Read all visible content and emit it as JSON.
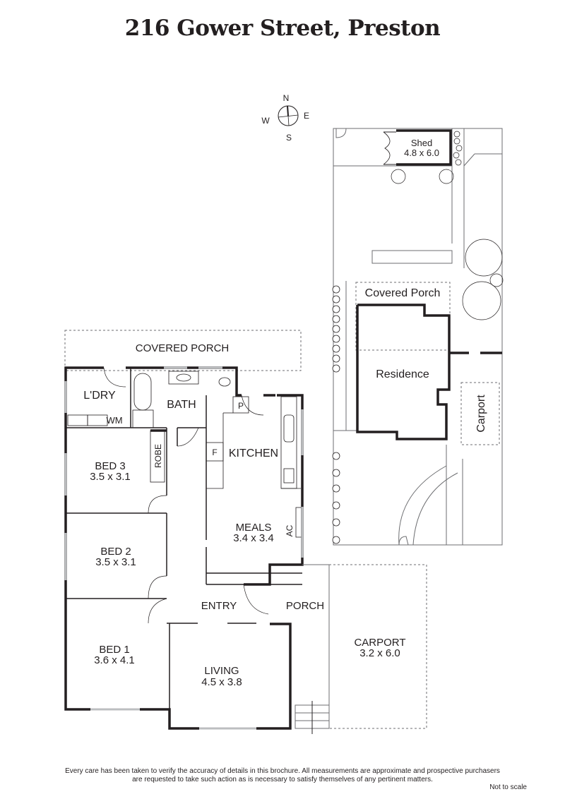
{
  "title": "216 Gower Street, Preston",
  "compass": {
    "n": "N",
    "e": "E",
    "s": "S",
    "w": "W"
  },
  "site_plan": {
    "shed": {
      "name": "Shed",
      "dims": "4.8 x 6.0"
    },
    "covered_porch": "Covered Porch",
    "residence": "Residence",
    "carport": "Carport"
  },
  "floor_plan": {
    "rooms": {
      "covered_porch": {
        "name": "COVERED PORCH"
      },
      "laundry": {
        "name": "L'DRY",
        "fixture": "WM"
      },
      "bath": {
        "name": "BATH"
      },
      "kitchen": {
        "name": "KITCHEN",
        "pantry": "P",
        "fridge": "F"
      },
      "bed3": {
        "name": "BED 3",
        "dims": "3.5 x 3.1",
        "robe": "ROBE"
      },
      "bed2": {
        "name": "BED 2",
        "dims": "3.5 x 3.1"
      },
      "bed1": {
        "name": "BED 1",
        "dims": "3.6 x 4.1"
      },
      "meals": {
        "name": "MEALS",
        "dims": "3.4 x 3.4",
        "ac": "AC"
      },
      "entry": {
        "name": "ENTRY"
      },
      "porch": {
        "name": "PORCH"
      },
      "living": {
        "name": "LIVING",
        "dims": "4.5 x 3.8"
      },
      "carport": {
        "name": "CARPORT",
        "dims": "3.2 x 6.0"
      }
    }
  },
  "footer": {
    "disclaimer_line1": "Every care has been taken to verify the accuracy of details in this brochure.  All measurements are approximate and prospective purchasers",
    "disclaimer_line2": "are requested to take such action as is necessary to satisfy themselves of any pertinent matters.",
    "scale_note": "Not to scale"
  },
  "colors": {
    "wall": "#231f20",
    "thin_line": "#6d6e71",
    "window": "#bcbec0"
  }
}
